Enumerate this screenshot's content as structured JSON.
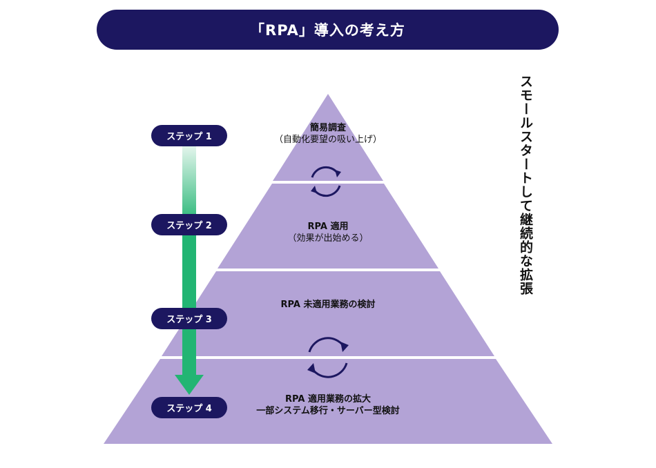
{
  "header": {
    "title": "「RPA」導入の考え方"
  },
  "side_label": "スモールスタートして継続的な拡張",
  "tiers": [
    {
      "main": "簡易調査",
      "sub": "（自動化要望の吸い上げ）"
    },
    {
      "main": "RPA 適用",
      "sub": "（効果が出始める）"
    },
    {
      "main": "RPA 未適用業務の検討",
      "sub": ""
    },
    {
      "main": "RPA 適用業務の拡大",
      "sub": "一部システム移行・サーバー型検討"
    }
  ],
  "steps": [
    {
      "label": "ステップ 1"
    },
    {
      "label": "ステップ 2"
    },
    {
      "label": "ステップ 3"
    },
    {
      "label": "ステップ 4"
    }
  ],
  "colors": {
    "navy": "#1c1760",
    "pyramid": "#b3a3d6",
    "arrow_green": "#22b573",
    "arrow_light": "#dff3ea"
  }
}
